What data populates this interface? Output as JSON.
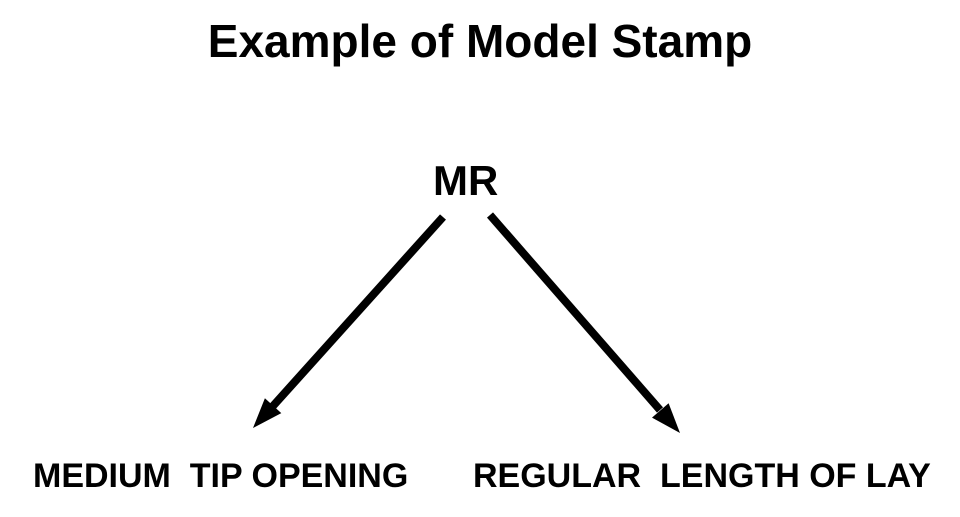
{
  "page": {
    "background_color": "#ffffff",
    "foreground_color": "#000000"
  },
  "diagram": {
    "title": "Example of Model Stamp",
    "root": {
      "label": "MR"
    },
    "branches": [
      {
        "side": "left",
        "label": "MEDIUM  TIP OPENING"
      },
      {
        "side": "right",
        "label": "REGULAR  LENGTH OF LAY"
      }
    ],
    "edges": [
      {
        "from": "MR",
        "to": "MEDIUM  TIP OPENING",
        "direction": "down-left"
      },
      {
        "from": "MR",
        "to": "REGULAR  LENGTH OF LAY",
        "direction": "down-right"
      }
    ]
  }
}
